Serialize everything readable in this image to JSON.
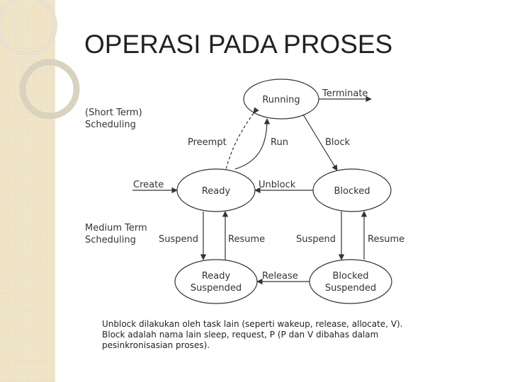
{
  "slide": {
    "title": "OPERASI PADA PROSES"
  },
  "diagram": {
    "states": {
      "running": "Running",
      "ready": "Ready",
      "blocked": "Blocked",
      "ready_suspended": [
        "Ready",
        "Suspended"
      ],
      "blocked_suspended": [
        "Blocked",
        "Suspended"
      ]
    },
    "transitions": {
      "terminate": "Terminate",
      "preempt": "Preempt",
      "run": "Run",
      "block": "Block",
      "create": "Create",
      "unblock": "Unblock",
      "suspend_left": "Suspend",
      "resume_left": "Resume",
      "suspend_right": "Suspend",
      "resume_right": "Resume",
      "release": "Release"
    },
    "side_labels": {
      "short_term": [
        "(Short Term)",
        "Scheduling"
      ],
      "medium_term": [
        "Medium Term",
        "Scheduling"
      ]
    },
    "footnote": [
      "Unblock dilakukan oleh task lain (seperti wakeup, release, allocate, V).",
      "Block adalah nama lain sleep, request, P (P dan V dibahas dalam",
      "pesinkronisasian proses)."
    ]
  },
  "colors": {
    "accent": "#f4ead0",
    "ring": "#d9d2bf",
    "stroke": "#333333"
  }
}
